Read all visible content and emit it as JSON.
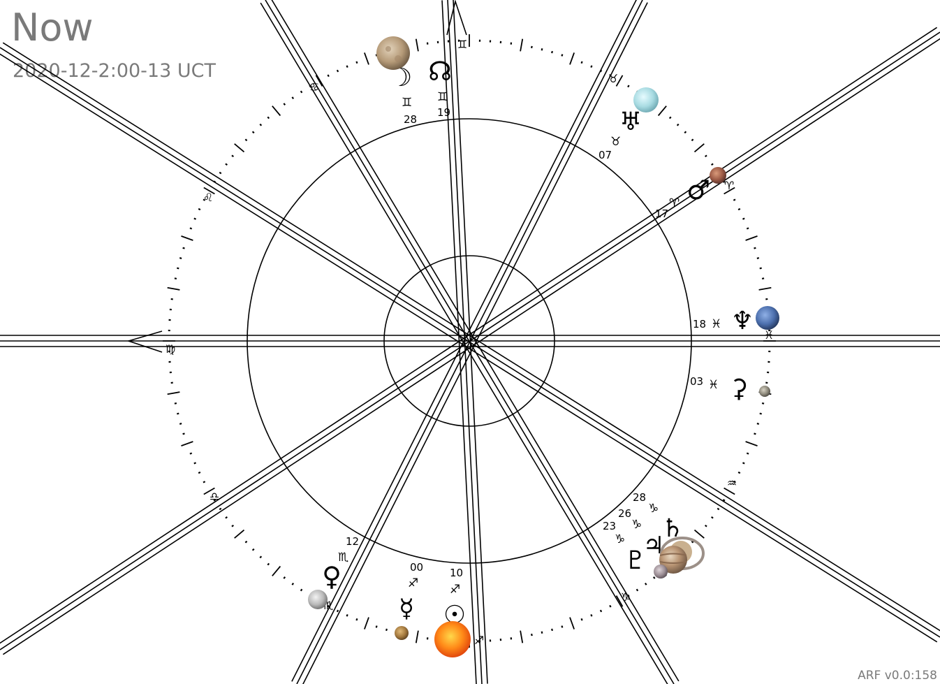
{
  "header": {
    "title": "Now",
    "datetime": "2020-12-2:00-13 UCT"
  },
  "footer": {
    "version": "ARF v0.0:158"
  },
  "colors": {
    "line": "#000000",
    "text_gray": "#7a7a7a",
    "background": "#ffffff"
  },
  "houses": [
    {
      "cusp": "28",
      "sign": "♊"
    },
    {
      "cusp": "19",
      "sign": "♊"
    },
    {
      "cusp": "07",
      "sign": "♉"
    },
    {
      "cusp": "17",
      "sign": "♈"
    },
    {
      "cusp": "18",
      "sign": "♓"
    },
    {
      "cusp": "03",
      "sign": "♓"
    },
    {
      "cusp": "28",
      "sign": "♑"
    },
    {
      "cusp": "26",
      "sign": "♑"
    },
    {
      "cusp": "23",
      "sign": "♑"
    },
    {
      "cusp": "10",
      "sign": "♐"
    },
    {
      "cusp": "00",
      "sign": "♐"
    },
    {
      "cusp": "12",
      "sign": "♏"
    }
  ],
  "zodiac_ring": [
    "♊",
    "♉",
    "♈",
    "♓",
    "♒",
    "♑",
    "♐",
    "♏",
    "♎",
    "♍",
    "♌",
    "♋"
  ],
  "bodies": [
    {
      "name": "moon",
      "glyph": "☽"
    },
    {
      "name": "north-node",
      "glyph": "☊"
    },
    {
      "name": "uranus",
      "glyph": "♅"
    },
    {
      "name": "mars",
      "glyph": "♂"
    },
    {
      "name": "neptune",
      "glyph": "♆"
    },
    {
      "name": "ceres",
      "glyph": "⚳"
    },
    {
      "name": "saturn",
      "glyph": "♄"
    },
    {
      "name": "jupiter",
      "glyph": "♃"
    },
    {
      "name": "pluto",
      "glyph": "♇"
    },
    {
      "name": "sun",
      "glyph": "☉"
    },
    {
      "name": "mercury",
      "glyph": "☿"
    },
    {
      "name": "venus",
      "glyph": "♀"
    }
  ]
}
